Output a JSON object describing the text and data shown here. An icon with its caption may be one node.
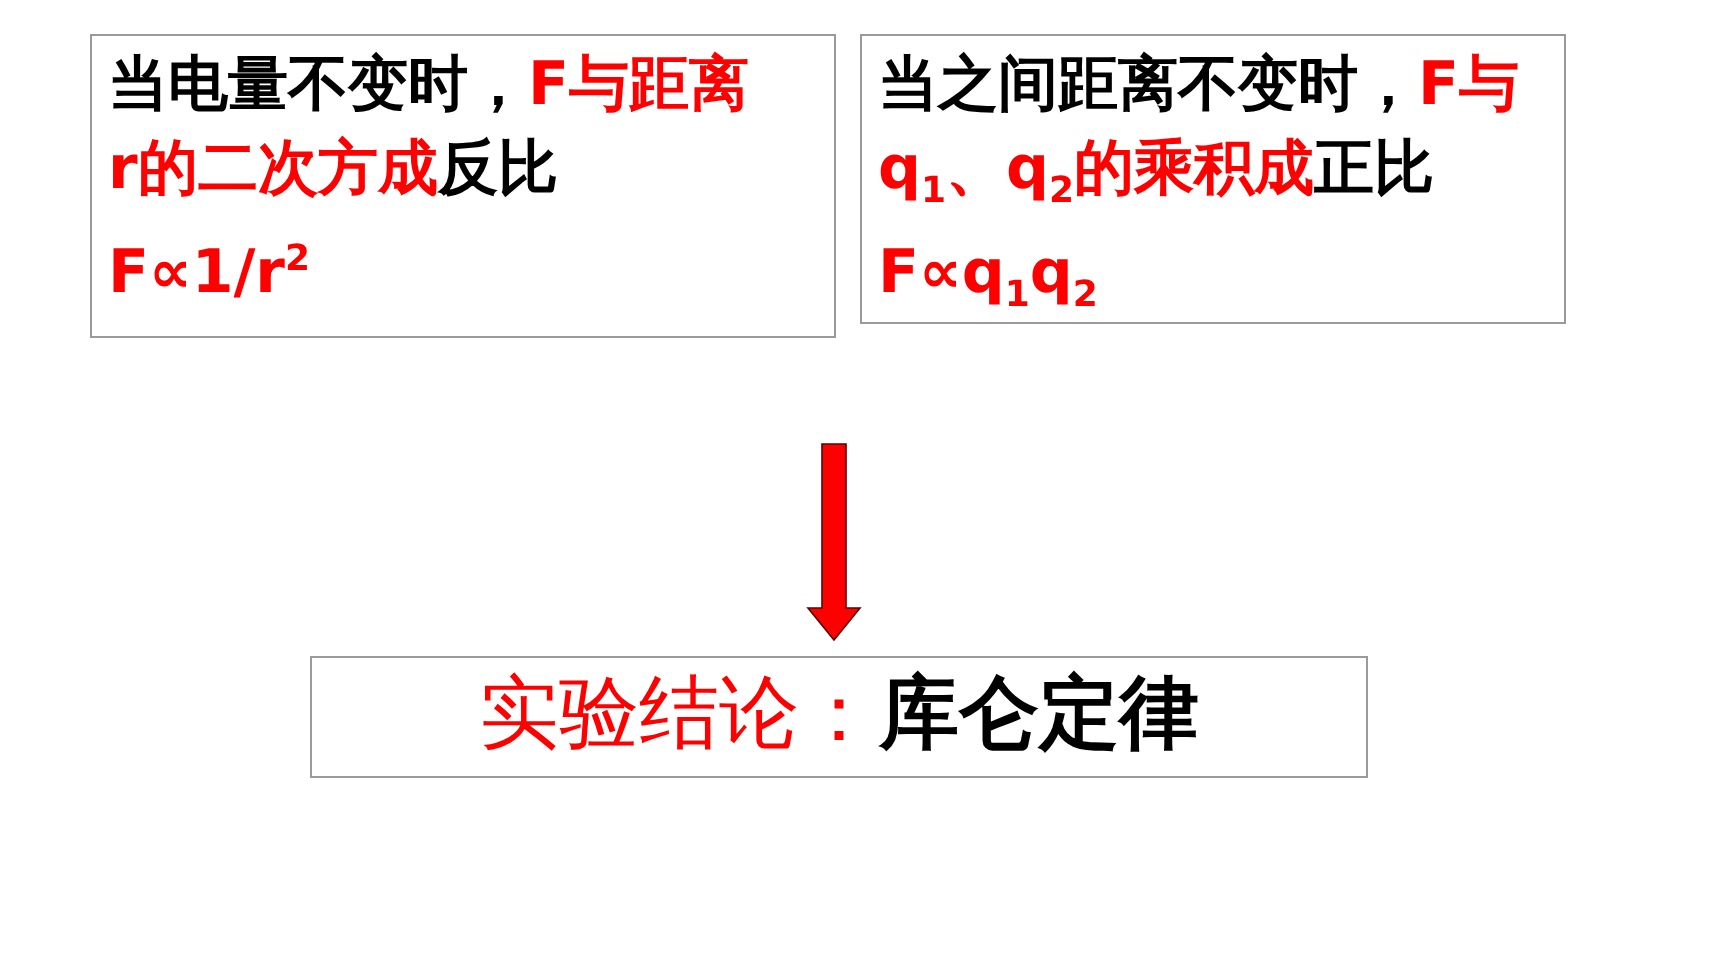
{
  "diagram": {
    "nodes": [
      {
        "text": [
          "当电量不变时，",
          "F与距离r的二次方成",
          "反比",
          "F∝1/r$^{2}$"
        ]
      },
      {
        "text": [
          "当之间距离不变时，",
          "F与q$_{1}$、q$_{2}$的乘积成",
          "正比",
          "F∝q$_{1}$q$_{2}$"
        ]
      },
      {
        "text": [
          "实验结论：",
          "库仑定律"
        ]
      }
    ],
    "edges": [
      {
        "from": null,
        "to": 2,
        "arrow": "to",
        "color": "#ff0000"
      }
    ]
  }
}
